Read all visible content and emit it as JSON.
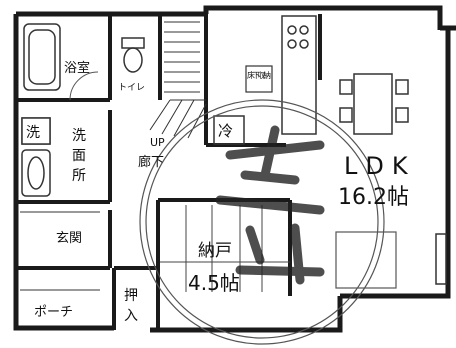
{
  "rooms": {
    "bath": "浴室",
    "toilet": "トイレ",
    "wash_icon": "洗",
    "washroom": [
      "洗",
      "面",
      "所"
    ],
    "fridge": "冷",
    "stair_up": "UP",
    "hallway": "廊下",
    "entrance": "玄関",
    "porch": "ポーチ",
    "closet": [
      "押",
      "入"
    ],
    "storeroom": "納戸",
    "storeroom_size": "4.5帖",
    "ldk": "LDK",
    "ldk_size": "16.2帖",
    "floor_storage": "床下収納"
  },
  "colors": {
    "wall": "#1a1a1a",
    "line": "#333333",
    "background": "#ffffff"
  }
}
